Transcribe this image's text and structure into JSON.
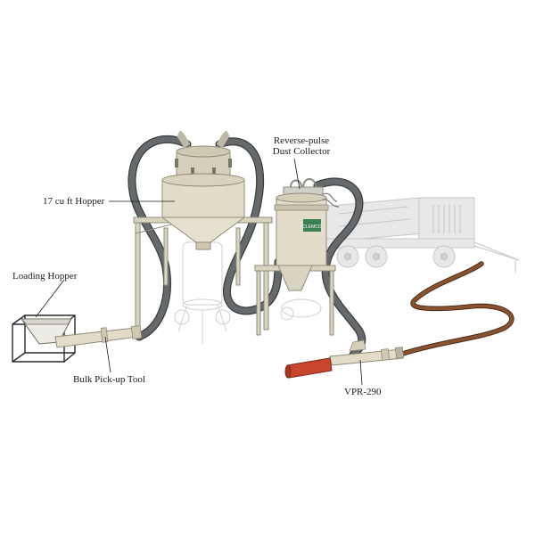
{
  "labels": {
    "dust_collector_line1": "Reverse-pulse",
    "dust_collector_line2": "Dust Collector",
    "hopper": "17 cu ft Hopper",
    "loading_hopper": "Loading Hopper",
    "bulk_tool": "Bulk Pick-up Tool",
    "vpr": "VPR-290"
  },
  "logo_text": "CLEMCO",
  "colors": {
    "hose": "#5f6365",
    "hose_outline": "#3a3d3f",
    "air_hose": "#7a4a2a",
    "tan": "#e2dcc8",
    "tan_dark": "#b8b29c",
    "steel": "#c4c2b8",
    "green": "#3d7f55",
    "nozzle": "#c8452e",
    "ghost": "#d8d8d8"
  }
}
